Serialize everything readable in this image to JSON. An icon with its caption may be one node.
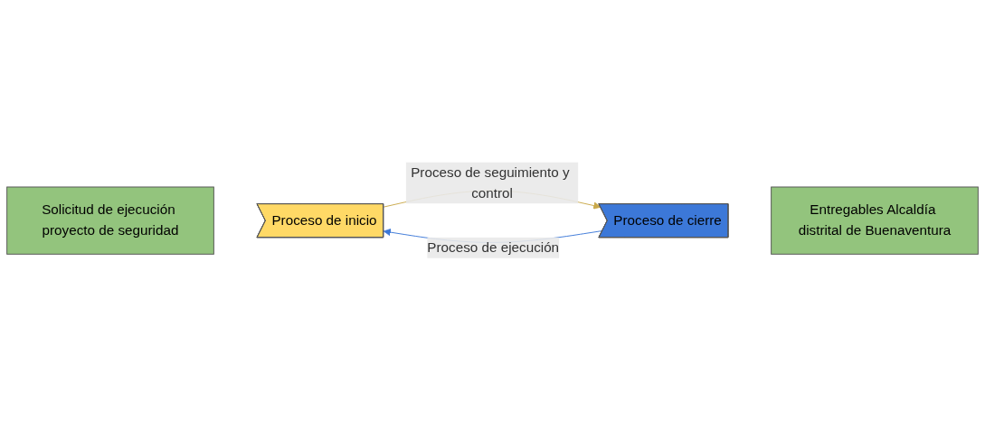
{
  "diagram": {
    "nodes": [
      {
        "text": [
          "Solicitud de ejecución proyecto de seguridad"
        ]
      },
      {
        "text": [
          "Proceso de inicio"
        ]
      },
      {
        "text": [
          "Proceso de cierre"
        ]
      },
      {
        "text": [
          "Entregables Alcaldía distrital de Buenaventura"
        ]
      }
    ],
    "edges": [
      {
        "from": 1,
        "to": 2,
        "arrow": "to",
        "label": "Proceso de seguimiento y control",
        "color": "#c9a94a"
      },
      {
        "from": 2,
        "to": 1,
        "arrow": "to",
        "label": "Proceso de ejecución",
        "color": "#3c78d8"
      }
    ]
  }
}
